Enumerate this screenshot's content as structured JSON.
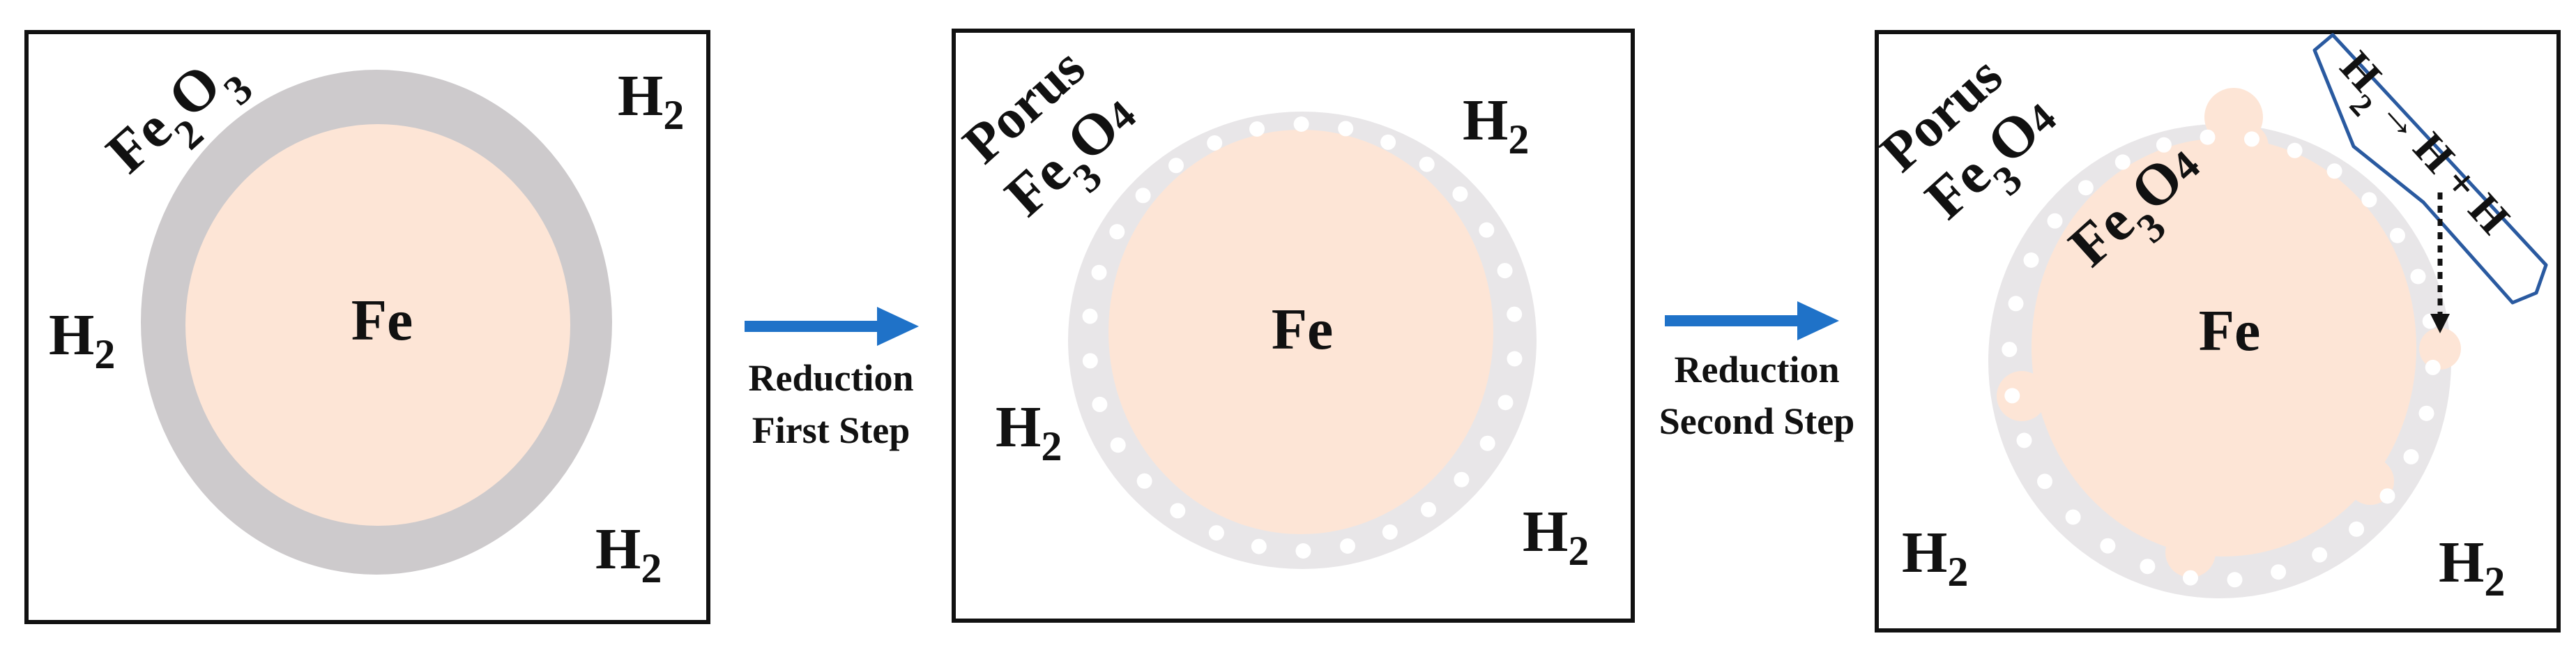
{
  "colors": {
    "iron_core": "#fde5d6",
    "oxide_dense": "#cdcacc",
    "oxide_porous": "#e8e6e8",
    "pore": "#ffffff",
    "arrow": "#1f72c8",
    "frame": "#111111",
    "callout_border": "#2a5aa0"
  },
  "panels": [
    {
      "core_label": "Fe",
      "shell_label": {
        "base": "Fe",
        "sub1": "2",
        "mid": "O",
        "sub2": "3"
      },
      "h2_labels": [
        {
          "base": "H",
          "sub": "2"
        },
        {
          "base": "H",
          "sub": "2"
        },
        {
          "base": "H",
          "sub": "2"
        }
      ]
    },
    {
      "core_label": "Fe",
      "porous_word": "Porus",
      "shell_label": {
        "base": "Fe",
        "sub1": "3",
        "mid": "O",
        "sub2": "4"
      },
      "h2_labels": [
        {
          "base": "H",
          "sub": "2"
        },
        {
          "base": "H",
          "sub": "2"
        },
        {
          "base": "H",
          "sub": "2"
        }
      ]
    },
    {
      "core_label": "Fe",
      "porous_word": "Porus",
      "shell_label": {
        "base": "Fe",
        "sub1": "3",
        "mid": "O",
        "sub2": "4"
      },
      "inner_label": {
        "base": "Fe",
        "sub1": "3",
        "mid": "O",
        "sub2": "4"
      },
      "h2_labels": [
        {
          "base": "H",
          "sub": "2"
        },
        {
          "base": "H",
          "sub": "2"
        }
      ],
      "callout": {
        "h": "H",
        "sub": "2",
        "arrow": "→",
        "rest": "H + H"
      }
    }
  ],
  "steps": [
    {
      "line1": "Reduction",
      "line2": "First Step"
    },
    {
      "line1": "Reduction",
      "line2": "Second Step"
    }
  ]
}
